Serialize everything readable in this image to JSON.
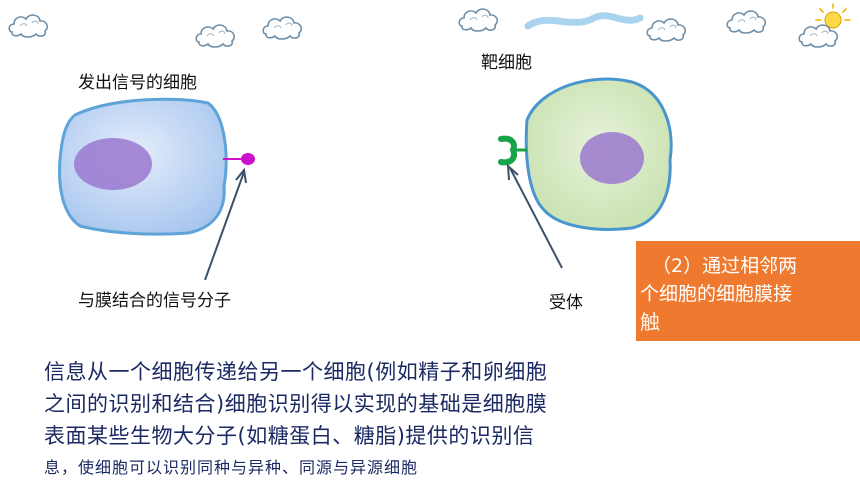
{
  "labels": {
    "signal_cell": "发出信号的细胞",
    "target_cell": "靶细胞",
    "signal_molecule": "与膜结合的信号分子",
    "receptor": "受体"
  },
  "box": {
    "line1": "（2）通过相邻两",
    "line2": "个细胞的细胞膜接",
    "line3": "触"
  },
  "paragraph": {
    "line1": "信息从一个细胞传递给另一个细胞(例如精子和卵细胞",
    "line2": "之间的识别和结合)细胞识别得以实现的基础是细胞膜",
    "line3": "表面某些生物大分子(如糖蛋白、糖脂)提供的识别信",
    "line4": "息，使细胞可以识别同种与异种、同源与异源细胞"
  },
  "colors": {
    "left_cell_fill": "#c9dbf7",
    "right_cell_fill": "#daecc9",
    "nucleus": "#9a78cf",
    "signal_molecule": "#cc11cc",
    "receptor": "#18a24a",
    "box_bg": "#ef7a2f",
    "text_blue": "#1c2a63"
  },
  "icons": [
    "cloud-icon",
    "sun-icon"
  ]
}
